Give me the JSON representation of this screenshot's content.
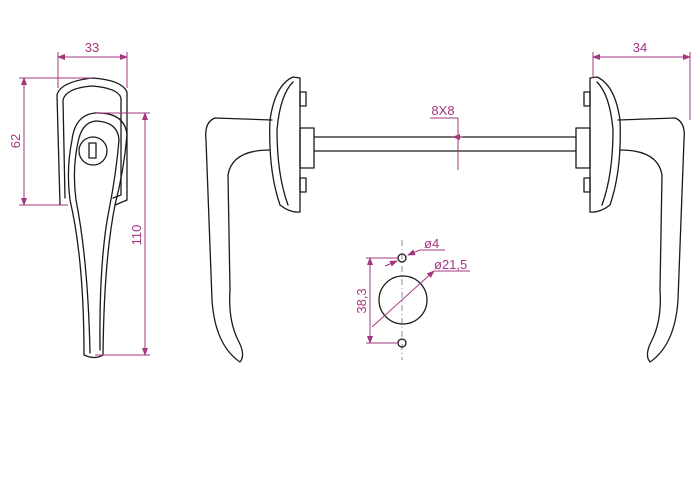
{
  "drawing": {
    "front_view": {
      "width_label": "33",
      "rosette_height_label": "62",
      "handle_length_label": "110"
    },
    "side_view": {
      "spindle_label": "8X8",
      "depth_label": "34"
    },
    "hole_pattern": {
      "small_hole_label": "ø4",
      "large_hole_label": "ø21,5",
      "hole_spacing_label": "38,3"
    },
    "colors": {
      "outline": "#1a1a1a",
      "dimension": "#a3367f"
    }
  }
}
